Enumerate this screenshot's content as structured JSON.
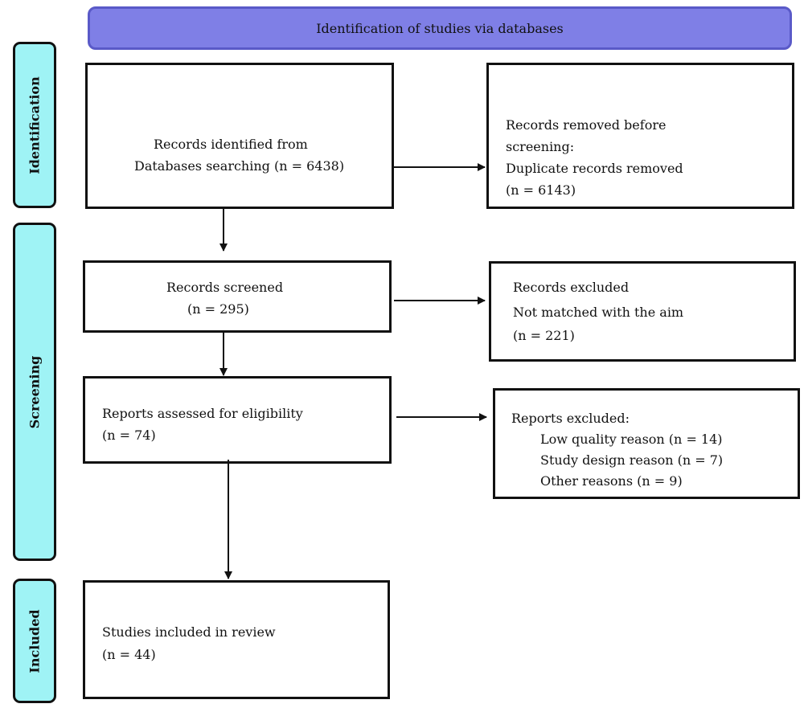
{
  "header": {
    "title": "Identification of studies via databases"
  },
  "phases": {
    "identification": "Identification",
    "screening": "Screening",
    "included": "Included"
  },
  "boxes": {
    "records_identified": {
      "line1": "Records identified from",
      "line2": "Databases searching (n = 6438)"
    },
    "records_removed": {
      "line1": "Records removed before",
      "line2": "screening:",
      "line3": "Duplicate records removed",
      "line4": "(n = 6143)"
    },
    "records_screened": {
      "line1": "Records screened",
      "line2": "(n = 295)"
    },
    "records_excluded": {
      "line1": "Records excluded",
      "line2": "Not matched with the aim",
      "line3": "(n = 221)"
    },
    "reports_assessed": {
      "line1": "Reports assessed for eligibility",
      "line2": "(n = 74)"
    },
    "reports_excluded": {
      "line1": "Reports excluded:",
      "line2": "Low quality reason (n = 14)",
      "line3": "Study design reason (n = 7)",
      "line4": "Other reasons (n = 9)"
    },
    "studies_included": {
      "line1": "Studies included in review",
      "line2": "(n = 44)"
    }
  }
}
